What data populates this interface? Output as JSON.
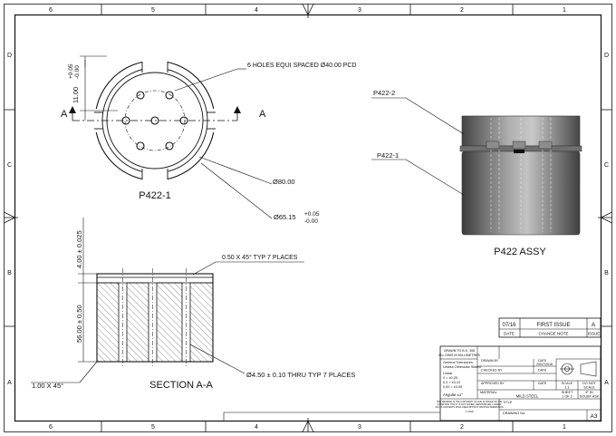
{
  "border": {
    "columns": [
      "6",
      "5",
      "4",
      "3",
      "2",
      "1"
    ],
    "rows": [
      "D",
      "C",
      "B",
      "A"
    ]
  },
  "top_view": {
    "pcd_note": "6 HOLES EQUI SPACED Ø40.00 PCD",
    "offset_upper": "+0.05",
    "offset_lower": "-0.00",
    "offset_value": "11.00",
    "section_letter": "A",
    "dia_outer": "Ø80.00",
    "dia_inner_value": "Ø65.15",
    "dia_inner_upper": "+0.05",
    "dia_inner_lower": "-0.00",
    "caption": "P422-1"
  },
  "section_view": {
    "height_top": "4.00 ± 0.025",
    "height_main": "56.00 ± 0.50",
    "chamfer_note": "0.50 X 45° TYP 7 PLACES",
    "chamfer_corner": "1.00 X 45°",
    "thru_note": "Ø4.50 ± 0.10 THRU TYP 7 PLACES",
    "caption": "SECTION A-A"
  },
  "assembly": {
    "callout_top": "P422-2",
    "callout_bottom": "P422-1",
    "caption": "P422 ASSY"
  },
  "revision": {
    "date": "07/16",
    "note": "FIRST ISSUE",
    "issue": "A",
    "date_label": "DATE",
    "change_label": "CHANGE NOTE",
    "issue_label": "ISSUE"
  },
  "title_block": {
    "standard_line1": "DRAWN TO B.S. 308",
    "standard_line2": "ALL DIMS IN MILLIMETRES",
    "tolerance_line1": "General Tolerances",
    "tolerance_line2": "Unless Otherwise Stated",
    "tol_linear": "Linear",
    "tol_0": "0 = ±0.25",
    "tol_1": "0.0 = ±0.10",
    "tol_2": "0.00 = ±0.05",
    "tol_angular": "Angular ±1°",
    "drawn_by_label": "DRAWN BY",
    "date_label": "DATE",
    "date_value": "29/07/2016",
    "checked_by_label": "CHECKED BY",
    "approved_by_label": "APPROVED BY",
    "scale_label": "SCALE",
    "scale_value": "1:1",
    "donot_line1": "DO NOT",
    "donot_line2": "SCALE",
    "material_label": "MATERIAL",
    "material_value": "MILD STEEL",
    "sheet_label": "SHEET",
    "sheet_value": "1 OF 2",
    "doubt_line1": "IF IN",
    "doubt_line2": "DOUBT ASK",
    "title_label": "TITLE",
    "copyright_line1": "THIS DRAWING IS THE COPYRIGHT OF AND IS ISSUED ON THE",
    "copyright_line2": "CONDITION THAT IT IS NOT COPIED, REPRODUCED, LOANED",
    "copyright_line3": "OR ITS CONTENTS DISCLOSED WITHOUT WRITTEN PERMISSION",
    "copyright_year": "© 2016",
    "drawing_no_label": "DRAWING No.",
    "sheet_size": "A3"
  }
}
